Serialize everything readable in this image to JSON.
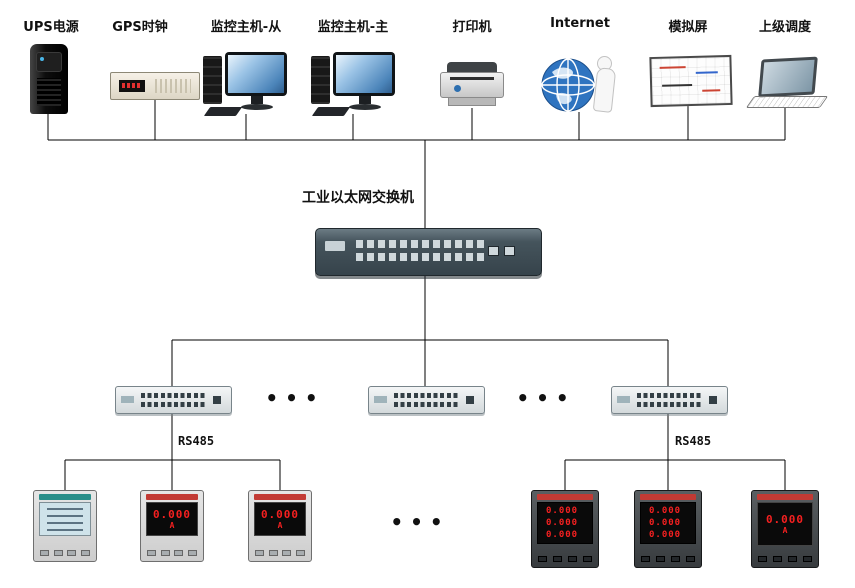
{
  "diagram": {
    "top_devices": [
      {
        "id": "ups",
        "label": "UPS电源"
      },
      {
        "id": "gps-clock",
        "label": "GPS时钟"
      },
      {
        "id": "host-slave",
        "label": "监控主机-从"
      },
      {
        "id": "host-master",
        "label": "监控主机-主"
      },
      {
        "id": "printer",
        "label": "打印机"
      },
      {
        "id": "internet",
        "label": "Internet"
      },
      {
        "id": "mimic-screen",
        "label": "模拟屏"
      },
      {
        "id": "dispatch",
        "label": "上级调度"
      }
    ],
    "core_switch_label": "工业以太网交换机",
    "rs485_left": "RS485",
    "rs485_right": "RS485",
    "ellipsis_switch_left": "•••",
    "ellipsis_switch_right": "•••",
    "ellipsis_meters": "•••",
    "meters_left": [
      {
        "type": "lcd"
      },
      {
        "type": "led",
        "value": "0.000",
        "unit": "A"
      },
      {
        "type": "led",
        "value": "0.000",
        "unit": "A"
      }
    ],
    "meters_right": [
      {
        "type": "led3",
        "rows": [
          "0.000",
          "0.000",
          "0.000"
        ]
      },
      {
        "type": "led3",
        "rows": [
          "0.000",
          "0.000",
          "0.000"
        ]
      },
      {
        "type": "led",
        "value": "0.000",
        "unit": "A"
      }
    ],
    "colors": {
      "line": "#000000",
      "led_red": "#f52020",
      "screen_blue": "#4c85ba"
    }
  }
}
